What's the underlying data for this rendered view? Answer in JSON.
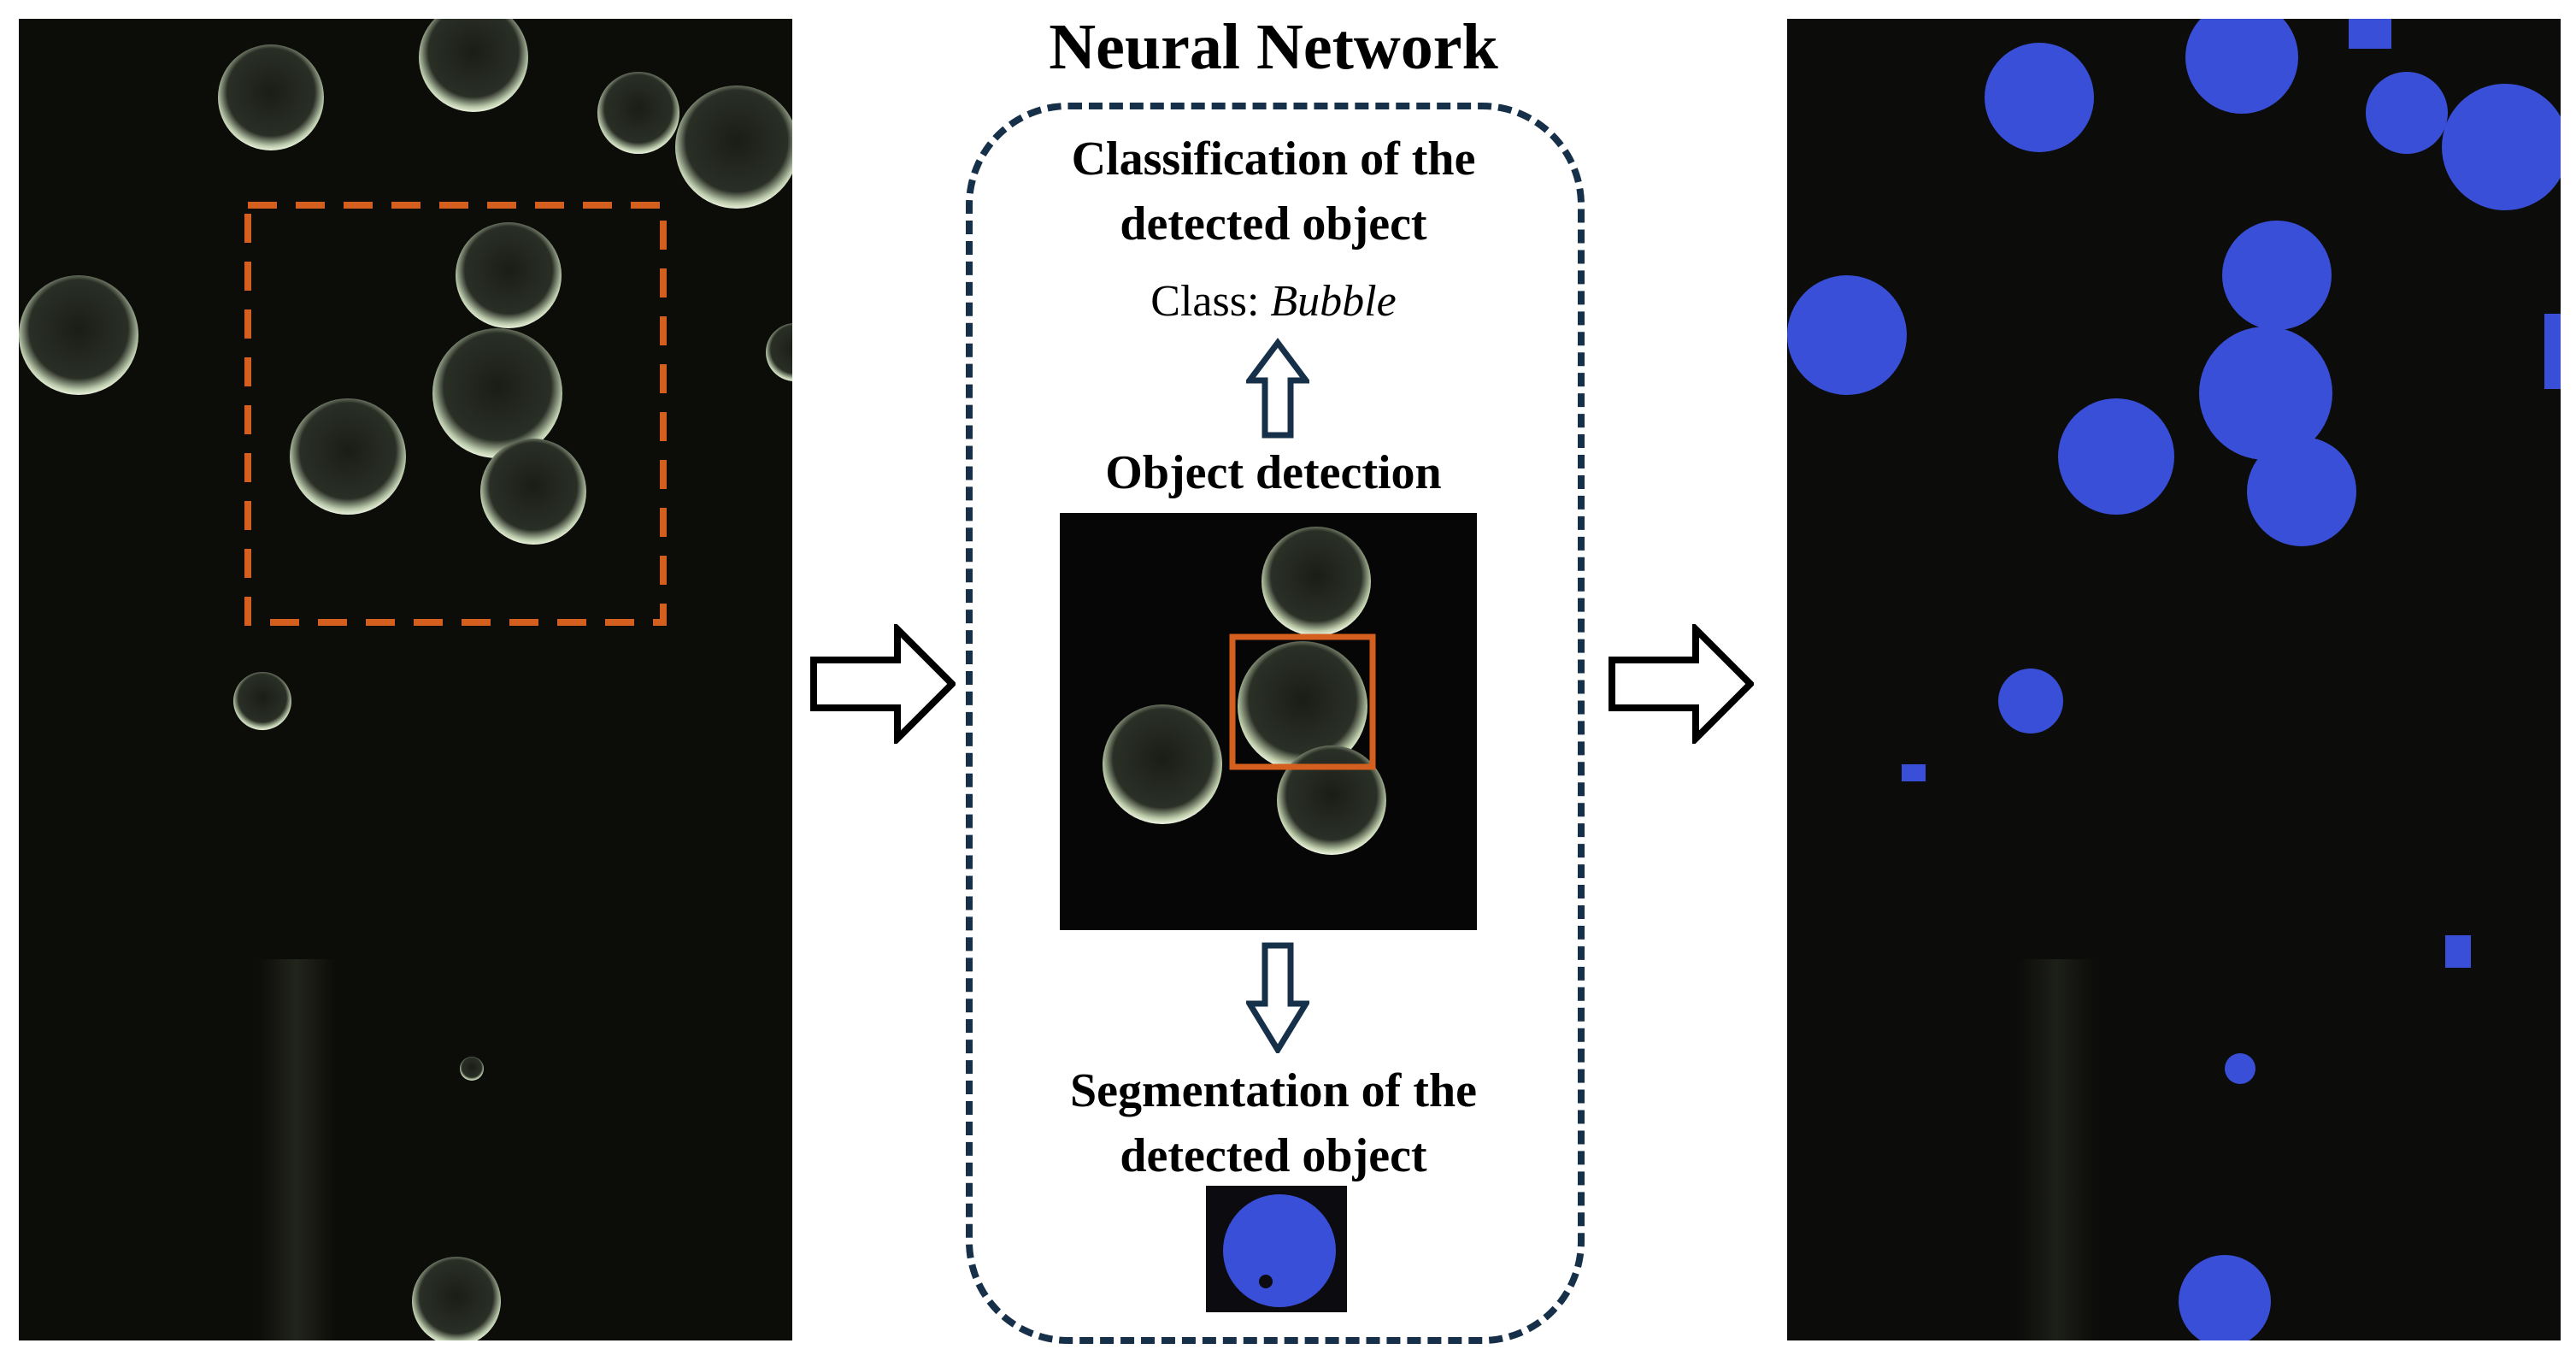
{
  "title": "Neural Network",
  "classification": {
    "heading_line1": "Classification of the",
    "heading_line2": "detected object",
    "class_label": "Class:",
    "class_value": "Bubble"
  },
  "detection": {
    "heading": "Object detection"
  },
  "segmentation": {
    "heading_line1": "Segmentation of the",
    "heading_line2": "detected object"
  },
  "colors": {
    "background_dark": "#0c0c09",
    "bubble_rim": "#d9e6c8",
    "roi_box": "#d45f1e",
    "mask_blue": "#3a4fd8",
    "frame_navy": "#17304a"
  },
  "icons": {
    "flow_arrow_right": "hollow-arrow-right",
    "flow_arrow_up": "hollow-arrow-up",
    "flow_arrow_down": "hollow-arrow-down"
  }
}
